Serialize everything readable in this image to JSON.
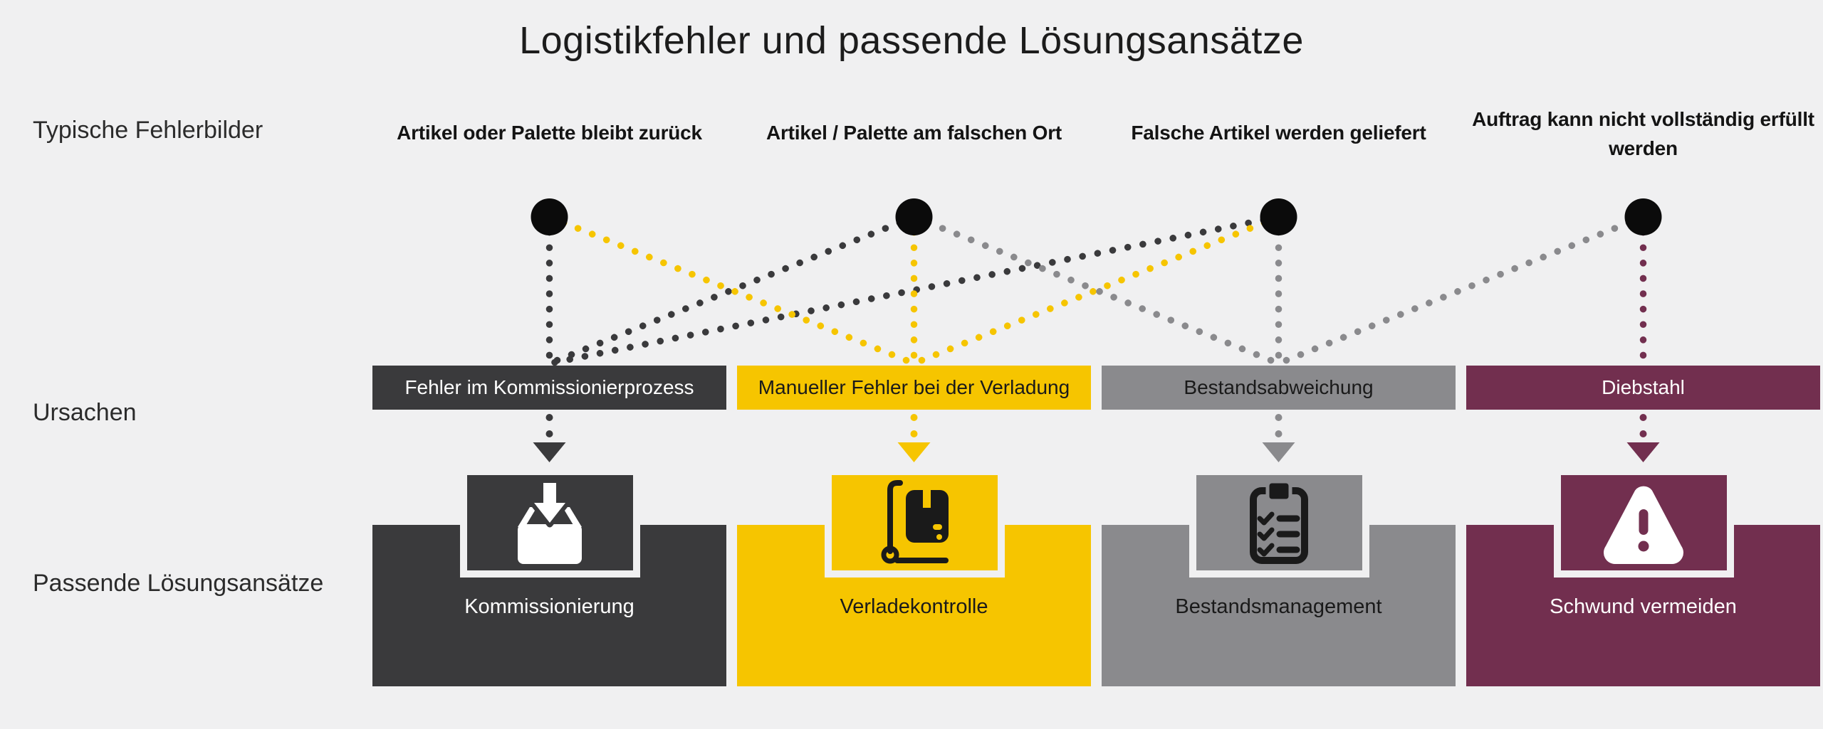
{
  "title": "Logistikfehler und passende Lösungsansätze",
  "row_labels": {
    "errors": "Typische Fehlerbilder",
    "causes": "Ursachen",
    "solutions": "Passende Lösungsansätze"
  },
  "columns": [
    {
      "error": "Artikel oder Palette bleibt zurück",
      "cause": "Fehler im Kommissionierprozess",
      "solution": "Kommissionierung",
      "icon": "box-arrow-down-icon",
      "color": "#3A3A3C",
      "text_on_color": "#FFFFFF"
    },
    {
      "error": "Artikel / Palette am falschen Ort",
      "cause": "Manueller Fehler bei der Verladung",
      "solution": "Verladekontrolle",
      "icon": "hand-truck-icon",
      "color": "#F6C500",
      "text_on_color": "#1A1A1A"
    },
    {
      "error": "Falsche Artikel werden geliefert",
      "cause": "Bestandsabweichung",
      "solution": "Bestandsmanagement",
      "icon": "clipboard-checklist-icon",
      "color": "#8A8A8D",
      "text_on_color": "#1A1A1A"
    },
    {
      "error": "Auftrag kann nicht vollständig erfüllt werden",
      "cause": "Diebstahl",
      "solution": "Schwund vermeiden",
      "icon": "warning-triangle-icon",
      "color": "#722F4F",
      "text_on_color": "#FFFFFF"
    }
  ],
  "connections": [
    {
      "from_error": 0,
      "to_cause": 0
    },
    {
      "from_error": 1,
      "to_cause": 0
    },
    {
      "from_error": 2,
      "to_cause": 0
    },
    {
      "from_error": 0,
      "to_cause": 1
    },
    {
      "from_error": 1,
      "to_cause": 1
    },
    {
      "from_error": 2,
      "to_cause": 1
    },
    {
      "from_error": 1,
      "to_cause": 2
    },
    {
      "from_error": 2,
      "to_cause": 2
    },
    {
      "from_error": 3,
      "to_cause": 2
    },
    {
      "from_error": 3,
      "to_cause": 3
    }
  ],
  "colors": {
    "background": "#F0F0F1",
    "error_dot": "#0B0B0B",
    "dark": "#3A3A3C",
    "yellow": "#F6C500",
    "gray": "#8A8A8D",
    "maroon": "#722F4F",
    "title_text": "#1C1C1C",
    "label_text": "#2B2B2B"
  }
}
